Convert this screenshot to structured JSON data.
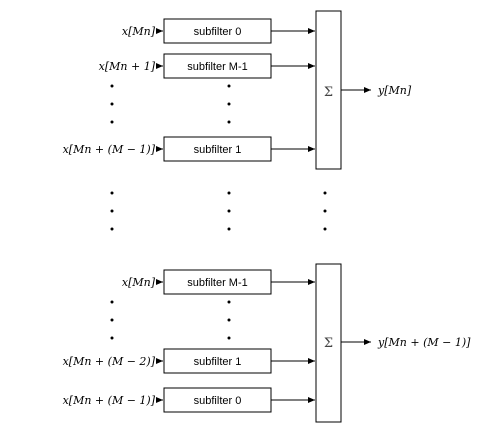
{
  "top_group": {
    "inputs": [
      "x[Mn]",
      "x[Mn + 1]",
      "x[Mn + (M − 1)]"
    ],
    "filters": [
      "subfilter 0",
      "subfilter M-1",
      "subfilter 1"
    ],
    "sum_symbol": "Σ",
    "output": "y[Mn]"
  },
  "bottom_group": {
    "inputs": [
      "x[Mn]",
      "x[Mn + (M − 2)]",
      "x[Mn + (M − 1)]"
    ],
    "filters": [
      "subfilter M-1",
      "subfilter 1",
      "subfilter 0"
    ],
    "sum_symbol": "Σ",
    "output": "y[Mn + (M − 1)]"
  }
}
